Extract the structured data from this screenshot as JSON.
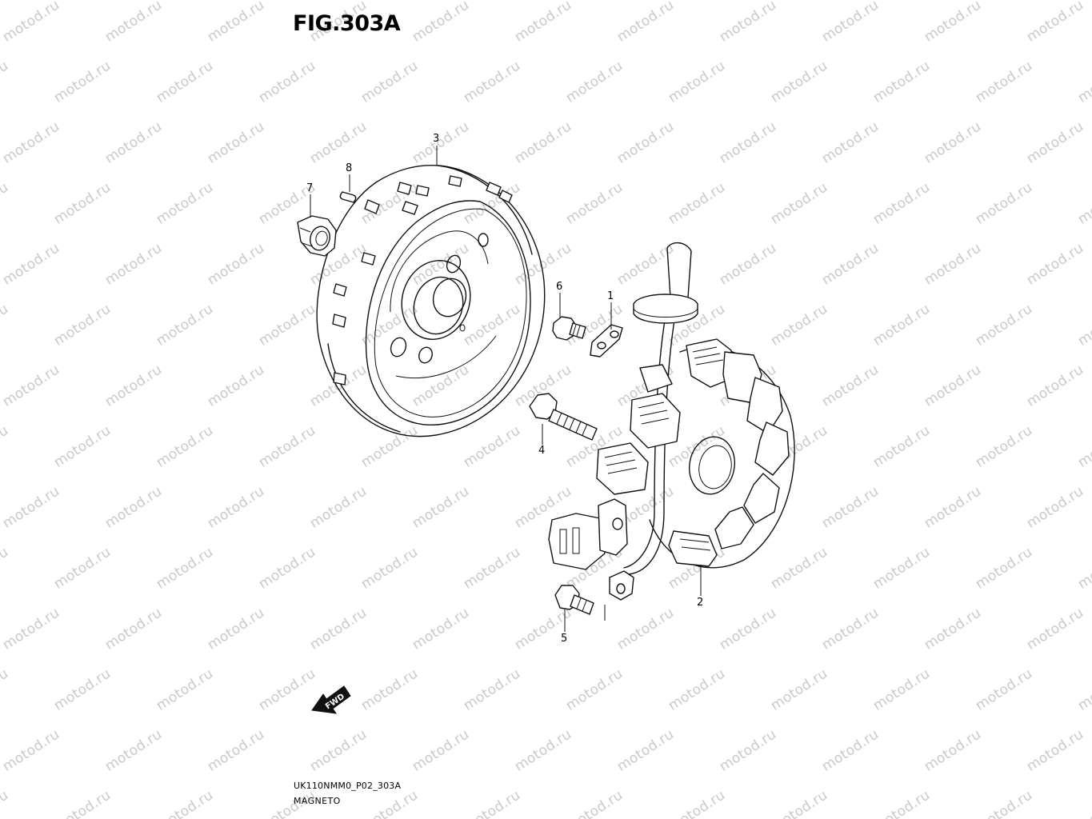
{
  "figure": {
    "title": "FIG.303A",
    "code": "UK110NMM0_P02_303A",
    "name": "MAGNETO"
  },
  "watermark": "motod.ru",
  "callouts": {
    "p1": "1",
    "p2": "2",
    "p3": "3",
    "p4": "4",
    "p5": "5",
    "p6": "6",
    "p7": "7",
    "p8": "8"
  },
  "direction_marker": "FWD",
  "parts": [
    {
      "ref": "1",
      "icon": "wire-clamp-icon"
    },
    {
      "ref": "2",
      "icon": "stator-coil-icon"
    },
    {
      "ref": "3",
      "icon": "flywheel-rotor-icon"
    },
    {
      "ref": "4",
      "icon": "long-bolt-icon"
    },
    {
      "ref": "5",
      "icon": "short-bolt-icon"
    },
    {
      "ref": "6",
      "icon": "short-bolt-icon"
    },
    {
      "ref": "7",
      "icon": "nut-icon"
    },
    {
      "ref": "8",
      "icon": "key-icon"
    }
  ]
}
